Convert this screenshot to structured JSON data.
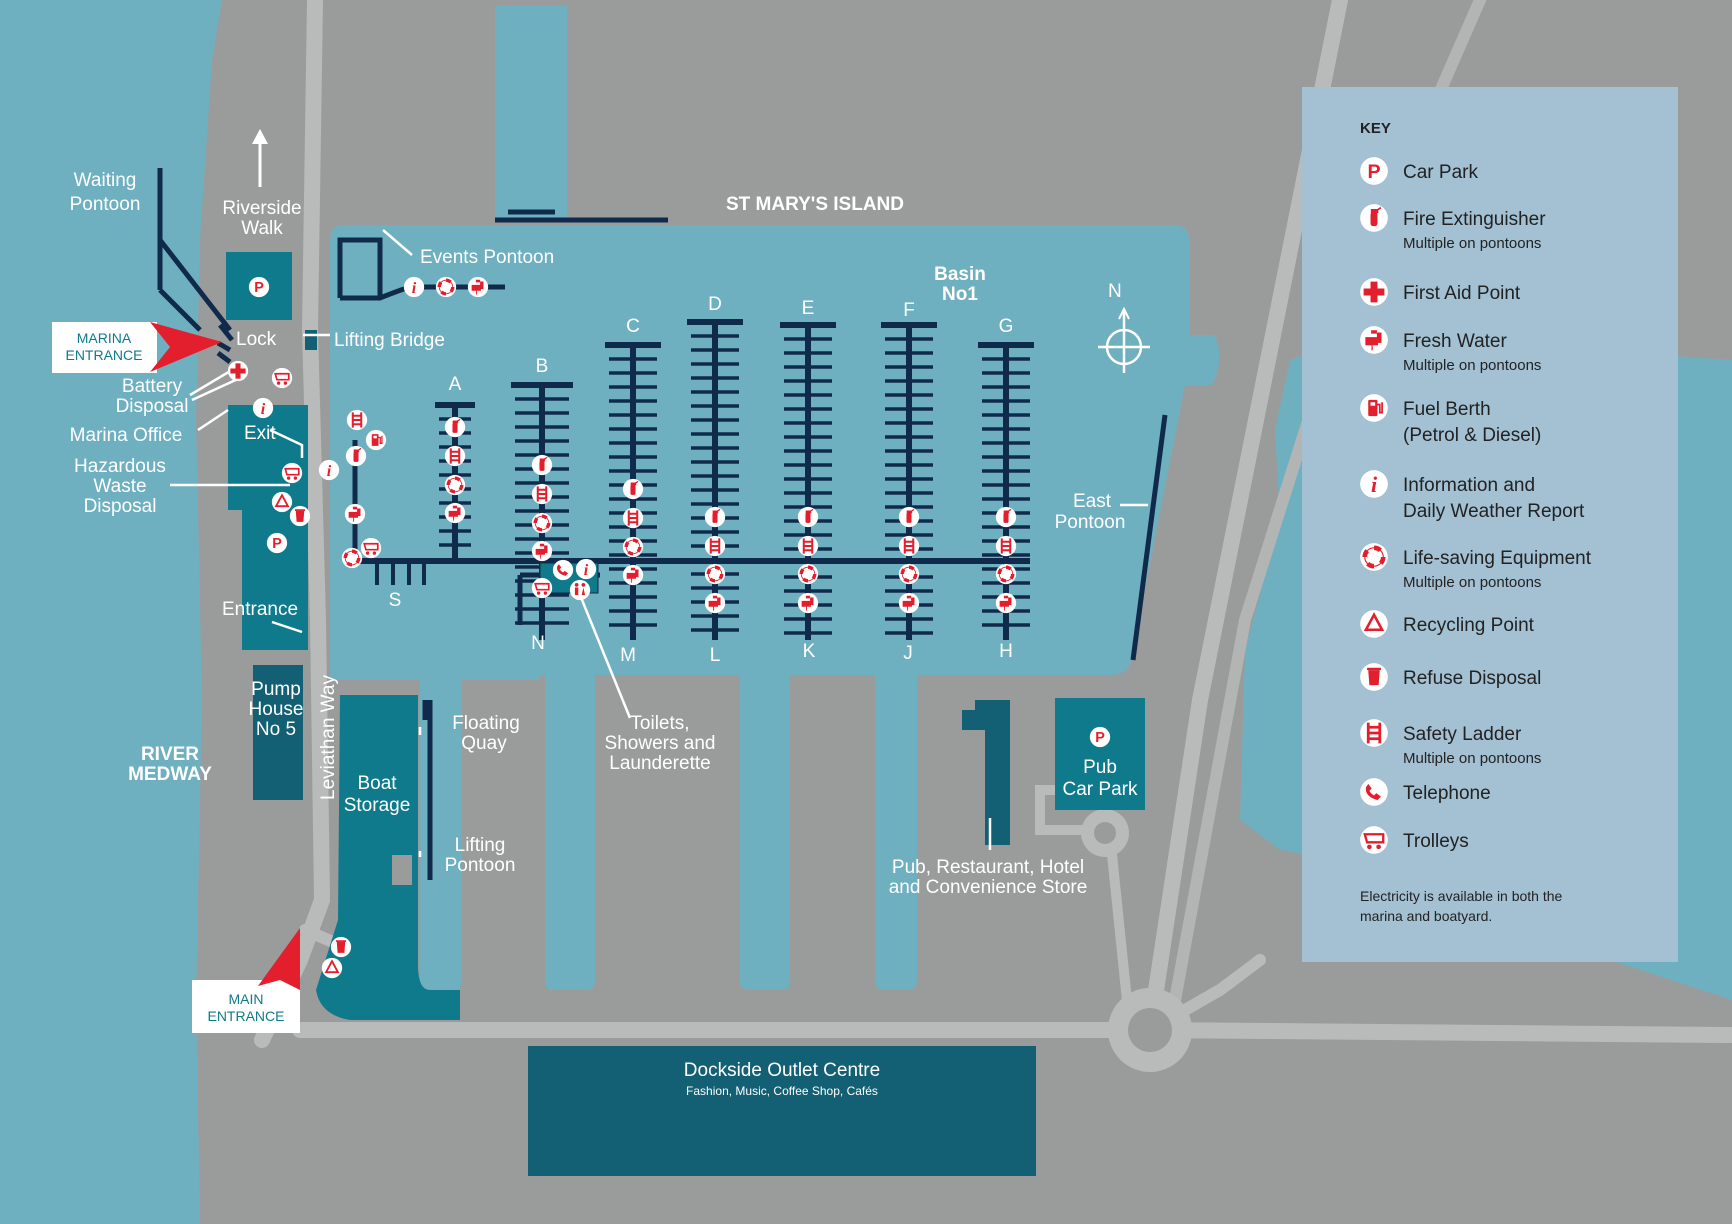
{
  "colors": {
    "land": "#9a9c9b",
    "water": "#6fb0c0",
    "dock": "#102a4c",
    "building": "#0f7a8c",
    "building_dark": "#135f73",
    "road": "#b9bbba",
    "key_bg": "#a3c1d3",
    "icon_red": "#e31e2d"
  },
  "map": {
    "area_title": "ST MARY'S ISLAND",
    "basin": [
      "Basin",
      "No1"
    ],
    "river": [
      "RIVER",
      "MEDWAY"
    ],
    "compass_letter": "N",
    "labels": {
      "waiting_pontoon": [
        "Waiting",
        "Pontoon"
      ],
      "riverside_walk": [
        "Riverside",
        "Walk"
      ],
      "events_pontoon": "Events Pontoon",
      "lock": "Lock",
      "lifting_bridge": "Lifting Bridge",
      "battery_disposal": [
        "Battery",
        "Disposal"
      ],
      "marina_office": "Marina Office",
      "exit": "Exit",
      "hazardous_waste": [
        "Hazardous",
        "Waste",
        "Disposal"
      ],
      "entrance": "Entrance",
      "pump_house": [
        "Pump",
        "House",
        "No 5"
      ],
      "leviathan_way": "Leviathan Way",
      "boat_storage": [
        "Boat",
        "Storage"
      ],
      "floating_quay": [
        "Floating",
        "Quay"
      ],
      "lifting_pontoon": [
        "Lifting",
        "Pontoon"
      ],
      "toilets": [
        "Toilets,",
        "Showers and",
        "Launderette"
      ],
      "pub_car_park": [
        "Pub",
        "Car Park"
      ],
      "pub_restaurant": [
        "Pub, Restaurant, Hotel",
        "and Convenience Store"
      ],
      "east_pontoon": [
        "East",
        "Pontoon"
      ],
      "dockside": "Dockside Outlet Centre",
      "dockside_sub": "Fashion, Music, Coffee Shop, Cafés",
      "marina_entrance": [
        "MARINA",
        "ENTRANCE"
      ],
      "main_entrance": [
        "MAIN",
        "ENTRANCE"
      ]
    },
    "pontoons_top": [
      "A",
      "B",
      "C",
      "D",
      "E",
      "F",
      "G"
    ],
    "pontoons_bottom": [
      "S",
      "N",
      "M",
      "L",
      "K",
      "J",
      "H"
    ]
  },
  "key": {
    "title": "KEY",
    "items": [
      {
        "icon": "car-park-icon",
        "label": "Car Park"
      },
      {
        "icon": "fire-extinguisher-icon",
        "label": "Fire Extinguisher",
        "sub": "Multiple on pontoons"
      },
      {
        "icon": "first-aid-icon",
        "label": "First Aid Point"
      },
      {
        "icon": "fresh-water-icon",
        "label": "Fresh Water",
        "sub": "Multiple on pontoons"
      },
      {
        "icon": "fuel-berth-icon",
        "label": "Fuel Berth",
        "sub2": "(Petrol & Diesel)"
      },
      {
        "icon": "information-icon",
        "label": "Information and",
        "sub2": "Daily Weather Report"
      },
      {
        "icon": "life-saving-icon",
        "label": "Life-saving Equipment",
        "sub": "Multiple on pontoons"
      },
      {
        "icon": "recycling-icon",
        "label": "Recycling Point"
      },
      {
        "icon": "refuse-icon",
        "label": "Refuse Disposal"
      },
      {
        "icon": "safety-ladder-icon",
        "label": "Safety Ladder",
        "sub": "Multiple on pontoons"
      },
      {
        "icon": "telephone-icon",
        "label": "Telephone"
      },
      {
        "icon": "trolley-icon",
        "label": "Trolleys"
      }
    ],
    "note": [
      "Electricity is available in both the",
      "marina and boatyard."
    ]
  }
}
